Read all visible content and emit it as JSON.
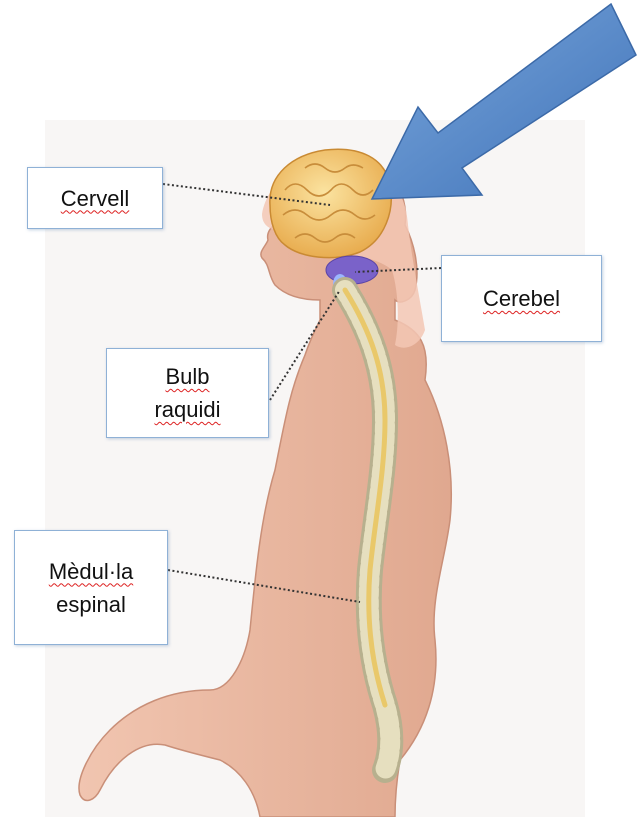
{
  "labels": {
    "cervell": "Cervell",
    "cerebel": "Cerebel",
    "bulb_line1": "Bulb",
    "bulb_line2": "raquidi",
    "medulla_line1": "Mèdul·la",
    "medulla_line2": "espinal"
  },
  "colors": {
    "arrow_fill": "#5b8fcf",
    "brain": "#f3c96a",
    "cerebellum": "#7a62c9",
    "skin": "#e9b7a1",
    "spinal_cord": "#e9c86a",
    "vertebrae": "#d8d2b2",
    "hair": "#f3c7b4"
  }
}
